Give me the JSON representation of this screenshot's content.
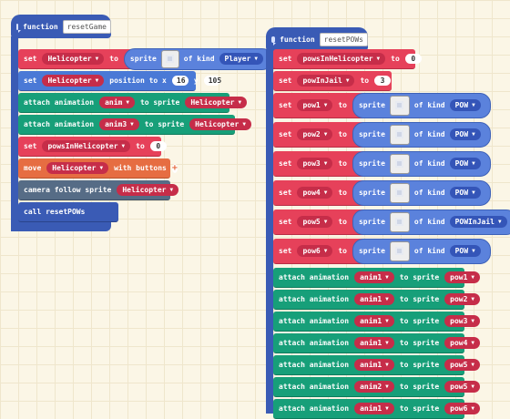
{
  "left_function": {
    "keyword": "function",
    "name": "resetGame",
    "blocks": [
      {
        "color": "red",
        "parts": [
          {
            "t": "w",
            "v": "set"
          },
          {
            "t": "dd",
            "v": "Helicopter"
          },
          {
            "t": "w",
            "v": "to"
          },
          {
            "t": "sprite",
            "label": "sprite",
            "kind_label": "of kind",
            "kind": "Player"
          }
        ]
      },
      {
        "color": "blue",
        "parts": [
          {
            "t": "w",
            "v": "set"
          },
          {
            "t": "dd",
            "v": "Helicopter"
          },
          {
            "t": "w",
            "v": "position to x"
          },
          {
            "t": "num",
            "v": "16"
          },
          {
            "t": "w",
            "v": "y"
          },
          {
            "t": "num",
            "v": "105"
          }
        ]
      },
      {
        "color": "green",
        "parts": [
          {
            "t": "w",
            "v": "attach animation"
          },
          {
            "t": "dd",
            "v": "anim"
          },
          {
            "t": "w",
            "v": "to sprite"
          },
          {
            "t": "dd",
            "v": "Helicopter"
          }
        ]
      },
      {
        "color": "green",
        "parts": [
          {
            "t": "w",
            "v": "attach animation"
          },
          {
            "t": "dd",
            "v": "anim3"
          },
          {
            "t": "w",
            "v": "to sprite"
          },
          {
            "t": "dd",
            "v": "Helicopter"
          }
        ]
      },
      {
        "color": "red",
        "parts": [
          {
            "t": "w",
            "v": "set"
          },
          {
            "t": "dd",
            "v": "powsInHelicopter"
          },
          {
            "t": "w",
            "v": "to"
          },
          {
            "t": "num",
            "v": "0"
          }
        ]
      },
      {
        "color": "orange",
        "parts": [
          {
            "t": "w",
            "v": "move"
          },
          {
            "t": "dd",
            "v": "Helicopter"
          },
          {
            "t": "w",
            "v": "with buttons"
          },
          {
            "t": "plus",
            "v": "+"
          }
        ]
      },
      {
        "color": "slate",
        "parts": [
          {
            "t": "w",
            "v": "camera follow sprite"
          },
          {
            "t": "dd",
            "v": "Helicopter"
          }
        ]
      },
      {
        "color": "navy",
        "parts": [
          {
            "t": "w",
            "v": "call resetPOWs"
          }
        ]
      }
    ]
  },
  "right_function": {
    "keyword": "function",
    "name": "resetPOWs",
    "blocks": [
      {
        "color": "red",
        "parts": [
          {
            "t": "w",
            "v": "set"
          },
          {
            "t": "dd",
            "v": "powsInHelicopter"
          },
          {
            "t": "w",
            "v": "to"
          },
          {
            "t": "num",
            "v": "0"
          }
        ]
      },
      {
        "color": "red",
        "parts": [
          {
            "t": "w",
            "v": "set"
          },
          {
            "t": "dd",
            "v": "powInJail"
          },
          {
            "t": "w",
            "v": "to"
          },
          {
            "t": "num",
            "v": "3"
          }
        ]
      },
      {
        "color": "red",
        "tall": true,
        "parts": [
          {
            "t": "w",
            "v": "set"
          },
          {
            "t": "dd",
            "v": "pow1"
          },
          {
            "t": "w",
            "v": "to"
          },
          {
            "t": "sprite",
            "label": "sprite",
            "kind_label": "of kind",
            "kind": "POW"
          }
        ]
      },
      {
        "color": "red",
        "tall": true,
        "parts": [
          {
            "t": "w",
            "v": "set"
          },
          {
            "t": "dd",
            "v": "pow2"
          },
          {
            "t": "w",
            "v": "to"
          },
          {
            "t": "sprite",
            "label": "sprite",
            "kind_label": "of kind",
            "kind": "POW"
          }
        ]
      },
      {
        "color": "red",
        "tall": true,
        "parts": [
          {
            "t": "w",
            "v": "set"
          },
          {
            "t": "dd",
            "v": "pow3"
          },
          {
            "t": "w",
            "v": "to"
          },
          {
            "t": "sprite",
            "label": "sprite",
            "kind_label": "of kind",
            "kind": "POW"
          }
        ]
      },
      {
        "color": "red",
        "tall": true,
        "parts": [
          {
            "t": "w",
            "v": "set"
          },
          {
            "t": "dd",
            "v": "pow4"
          },
          {
            "t": "w",
            "v": "to"
          },
          {
            "t": "sprite",
            "label": "sprite",
            "kind_label": "of kind",
            "kind": "POW"
          }
        ]
      },
      {
        "color": "red",
        "tall": true,
        "parts": [
          {
            "t": "w",
            "v": "set"
          },
          {
            "t": "dd",
            "v": "pow5"
          },
          {
            "t": "w",
            "v": "to"
          },
          {
            "t": "sprite",
            "label": "sprite",
            "kind_label": "of kind",
            "kind": "POWInJail"
          }
        ]
      },
      {
        "color": "red",
        "tall": true,
        "parts": [
          {
            "t": "w",
            "v": "set"
          },
          {
            "t": "dd",
            "v": "pow6"
          },
          {
            "t": "w",
            "v": "to"
          },
          {
            "t": "sprite",
            "label": "sprite",
            "kind_label": "of kind",
            "kind": "POW"
          }
        ]
      },
      {
        "color": "green",
        "parts": [
          {
            "t": "w",
            "v": "attach animation"
          },
          {
            "t": "dd",
            "v": "anim1"
          },
          {
            "t": "w",
            "v": "to sprite"
          },
          {
            "t": "dd",
            "v": "pow1"
          }
        ]
      },
      {
        "color": "green",
        "parts": [
          {
            "t": "w",
            "v": "attach animation"
          },
          {
            "t": "dd",
            "v": "anim1"
          },
          {
            "t": "w",
            "v": "to sprite"
          },
          {
            "t": "dd",
            "v": "pow2"
          }
        ]
      },
      {
        "color": "green",
        "parts": [
          {
            "t": "w",
            "v": "attach animation"
          },
          {
            "t": "dd",
            "v": "anim1"
          },
          {
            "t": "w",
            "v": "to sprite"
          },
          {
            "t": "dd",
            "v": "pow3"
          }
        ]
      },
      {
        "color": "green",
        "parts": [
          {
            "t": "w",
            "v": "attach animation"
          },
          {
            "t": "dd",
            "v": "anim1"
          },
          {
            "t": "w",
            "v": "to sprite"
          },
          {
            "t": "dd",
            "v": "pow4"
          }
        ]
      },
      {
        "color": "green",
        "parts": [
          {
            "t": "w",
            "v": "attach animation"
          },
          {
            "t": "dd",
            "v": "anim1"
          },
          {
            "t": "w",
            "v": "to sprite"
          },
          {
            "t": "dd",
            "v": "pow5"
          }
        ]
      },
      {
        "color": "green",
        "parts": [
          {
            "t": "w",
            "v": "attach animation"
          },
          {
            "t": "dd",
            "v": "anim2"
          },
          {
            "t": "w",
            "v": "to sprite"
          },
          {
            "t": "dd",
            "v": "pow5"
          }
        ]
      },
      {
        "color": "green",
        "parts": [
          {
            "t": "w",
            "v": "attach animation"
          },
          {
            "t": "dd",
            "v": "anim1"
          },
          {
            "t": "w",
            "v": "to sprite"
          },
          {
            "t": "dd",
            "v": "pow6"
          }
        ]
      }
    ]
  }
}
